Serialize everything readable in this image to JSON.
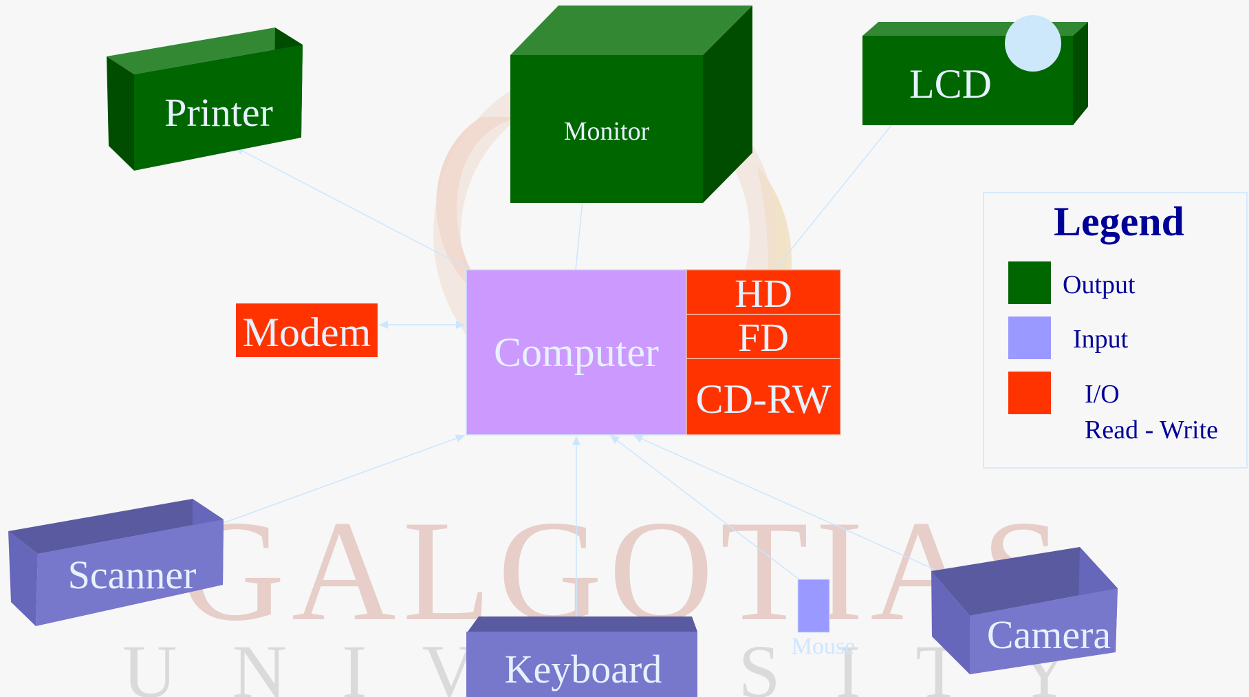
{
  "watermark": {
    "line1": "GALGOTIAS",
    "line2": "UNIVERSITY"
  },
  "devices": {
    "printer": "Printer",
    "monitor": "Monitor",
    "lcd": "LCD",
    "modem": "Modem",
    "computer": "Computer",
    "hd": "HD",
    "fd": "FD",
    "cdrw": "CD-RW",
    "scanner": "Scanner",
    "keyboard": "Keyboard",
    "mouse": "Mouse",
    "camera": "Camera"
  },
  "legend": {
    "title": "Legend",
    "items": [
      {
        "label": "Output",
        "color": "#006600"
      },
      {
        "label": "Input",
        "color": "#9999ff"
      },
      {
        "label_line1": "I/O",
        "label_line2": "Read - Write",
        "color": "#ff3300"
      }
    ]
  },
  "colors": {
    "output": "#006600",
    "output_top": "#338833",
    "output_side": "#004d00",
    "input": "#7777cc",
    "input_top": "#5a5aa0",
    "input_side": "#6666bb",
    "io": "#ff3300",
    "computer": "#cc99ff",
    "connector": "#cce6ff",
    "legend_text": "#000099",
    "label_light": "#e6f2ff"
  }
}
